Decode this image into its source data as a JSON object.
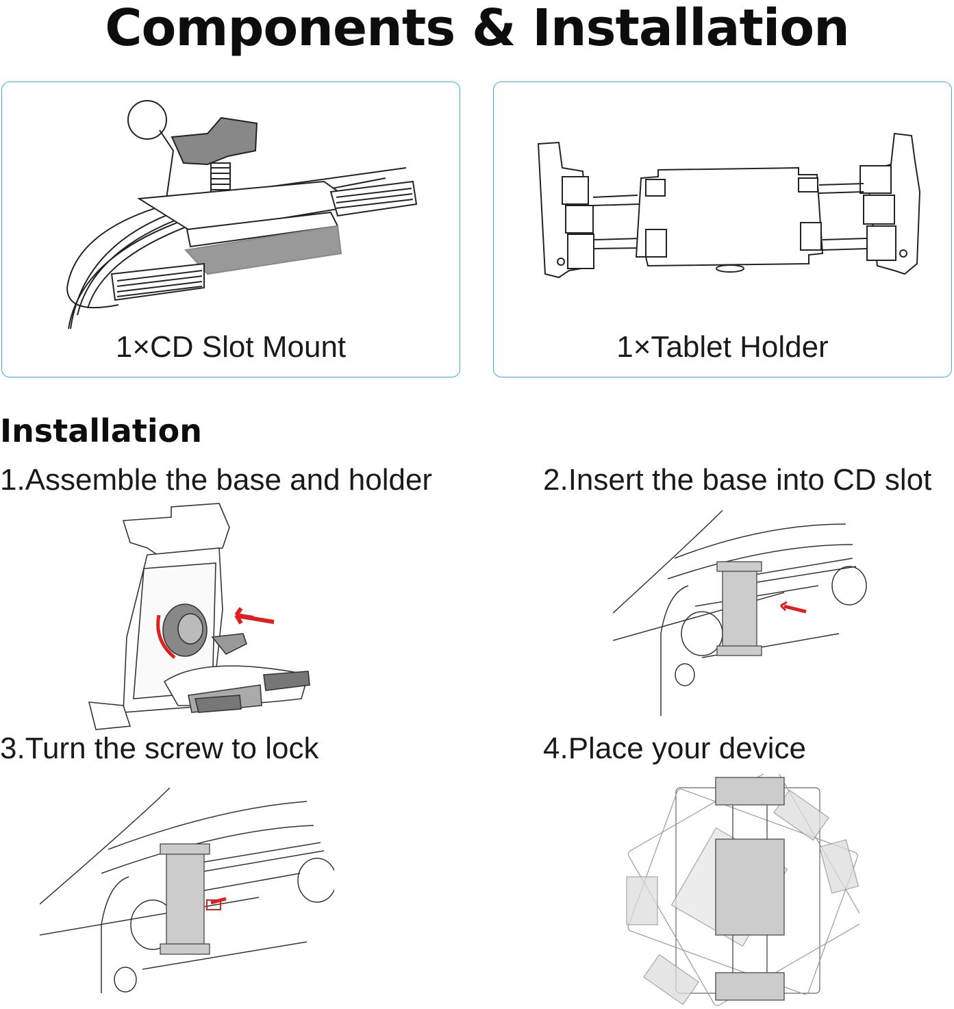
{
  "page": {
    "title": "Components & Installation",
    "accent_color": "#3bb0dd",
    "arrow_color": "#e02020"
  },
  "components": [
    {
      "caption": "1×CD Slot Mount",
      "icon": "cd-slot-mount-illustration"
    },
    {
      "caption": "1×Tablet Holder",
      "icon": "tablet-holder-illustration"
    }
  ],
  "installation": {
    "heading": "Installation",
    "steps": [
      {
        "label": "1.Assemble the base and holder",
        "icon": "assemble-illustration"
      },
      {
        "label": "2.Insert the base into CD slot",
        "icon": "insert-cd-slot-illustration"
      },
      {
        "label": "3.Turn the screw to lock",
        "icon": "lock-screw-illustration"
      },
      {
        "label": "4.Place your device",
        "icon": "place-device-illustration"
      }
    ]
  }
}
